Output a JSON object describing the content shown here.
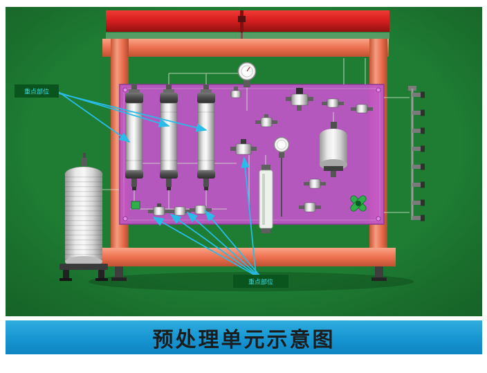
{
  "caption_bar": {
    "label": "预处理单元示意图"
  },
  "annotations": {
    "top_left_label": "重点部位",
    "bottom_label": "重点部位"
  },
  "theme": {
    "scene_bg": "#1e7d33",
    "caption_bg": "#1795d2",
    "caption_text": "#1c1c1c",
    "arrow": "#29bce8",
    "panel": "#c055c8",
    "frame": "#ec7150",
    "top_beam": "#d81f1f",
    "label_bg": "#0a541d",
    "label_text": "#38dfe8",
    "valve_green": "#2fae4a",
    "metal": "#d9d9d9"
  }
}
